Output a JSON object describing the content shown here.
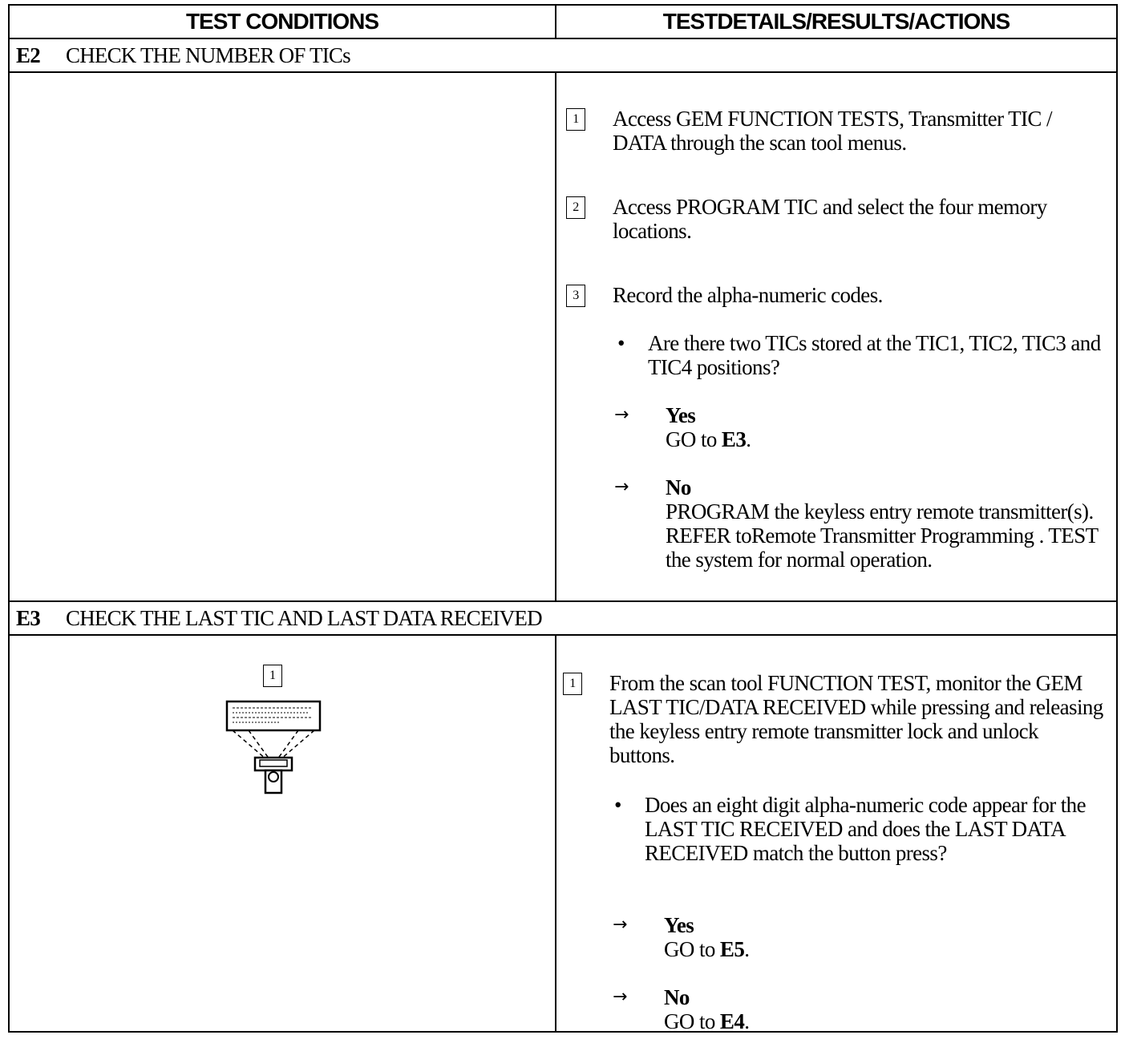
{
  "header": {
    "col1": "TEST CONDITIONS",
    "col2": "TESTDETAILS/RESULTS/ACTIONS"
  },
  "sections": [
    {
      "code": "E2",
      "title": "CHECK THE NUMBER OF TICs",
      "steps": [
        {
          "num": "1",
          "text": "Access GEM FUNCTION TESTS, Transmitter TIC / DATA through the scan tool menus."
        },
        {
          "num": "2",
          "text": "Access PROGRAM TIC and select the four memory locations."
        },
        {
          "num": "3",
          "text": "Record the alpha-numeric codes."
        }
      ],
      "question": "Are there two TICs stored at the TIC1, TIC2, TIC3 and TIC4 positions?",
      "yes": {
        "label": "Yes",
        "text": "GO to",
        "target": "E3",
        "suffix": "."
      },
      "no": {
        "label": "No",
        "text": "PROGRAM the keyless entry remote transmitter(s). REFER toRemote Transmitter Programming . TEST the  system for normal operation."
      }
    },
    {
      "code": "E3",
      "title": "CHECK THE LAST TIC AND LAST DATA RECEIVED",
      "illustration_step": "1",
      "steps": [
        {
          "num": "1",
          "text": "From the scan tool FUNCTION TEST, monitor the GEM LAST TIC/DATA RECEIVED while pressing and releasing the keyless entry remote transmitter lock and unlock buttons."
        }
      ],
      "question": "Does an eight digit alpha-numeric code appear for the LAST TIC RECEIVED and does the LAST DATA RECEIVED match the button press?",
      "yes": {
        "label": "Yes",
        "text": "GO to",
        "target": "E5",
        "suffix": "."
      },
      "no": {
        "label": "No",
        "text": "GO to",
        "target": "E4",
        "suffix": "."
      }
    }
  ],
  "symbols": {
    "arrow": "→",
    "bullet": "•"
  }
}
